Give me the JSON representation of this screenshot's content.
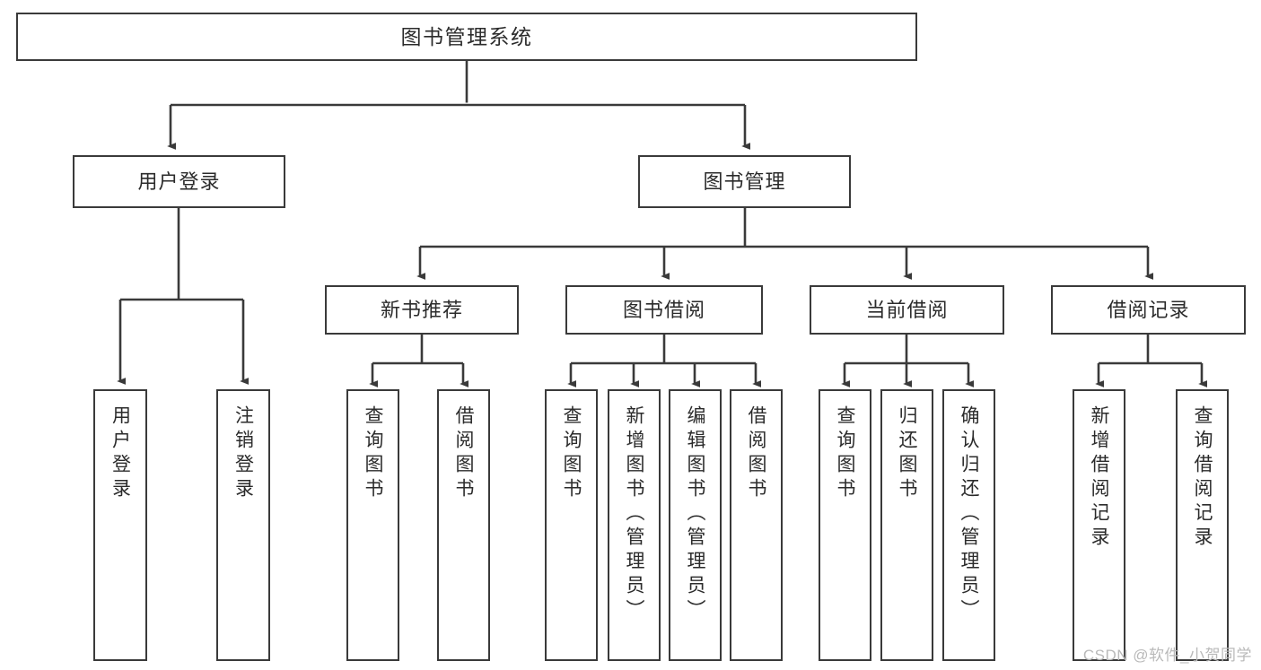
{
  "diagram": {
    "title": "图书管理系统",
    "type": "hierarchy-tree",
    "watermark": "CSDN @软件_小贺同学",
    "colors": {
      "stroke": "#3a3a3a",
      "fill": "#ffffff",
      "text": "#2b2b2b",
      "watermark": "#b9b9b9"
    },
    "nodes": {
      "root": {
        "label": "图书管理系统"
      },
      "level1": [
        {
          "label": "用户登录"
        },
        {
          "label": "图书管理"
        }
      ],
      "level2": [
        {
          "label": "新书推荐"
        },
        {
          "label": "图书借阅"
        },
        {
          "label": "当前借阅"
        },
        {
          "label": "借阅记录"
        }
      ],
      "leaves_user_login": [
        {
          "label": "用户登录"
        },
        {
          "label": "注销登录"
        }
      ],
      "leaves_new_books": [
        {
          "label": "查询图书"
        },
        {
          "label": "借阅图书"
        }
      ],
      "leaves_borrow": [
        {
          "label": "查询图书"
        },
        {
          "label": "新增图书（管理员）"
        },
        {
          "label": "编辑图书（管理员）"
        },
        {
          "label": "借阅图书"
        }
      ],
      "leaves_current": [
        {
          "label": "查询图书"
        },
        {
          "label": "归还图书"
        },
        {
          "label": "确认归还（管理员）"
        }
      ],
      "leaves_records": [
        {
          "label": "新增借阅记录"
        },
        {
          "label": "查询借阅记录"
        }
      ]
    }
  }
}
